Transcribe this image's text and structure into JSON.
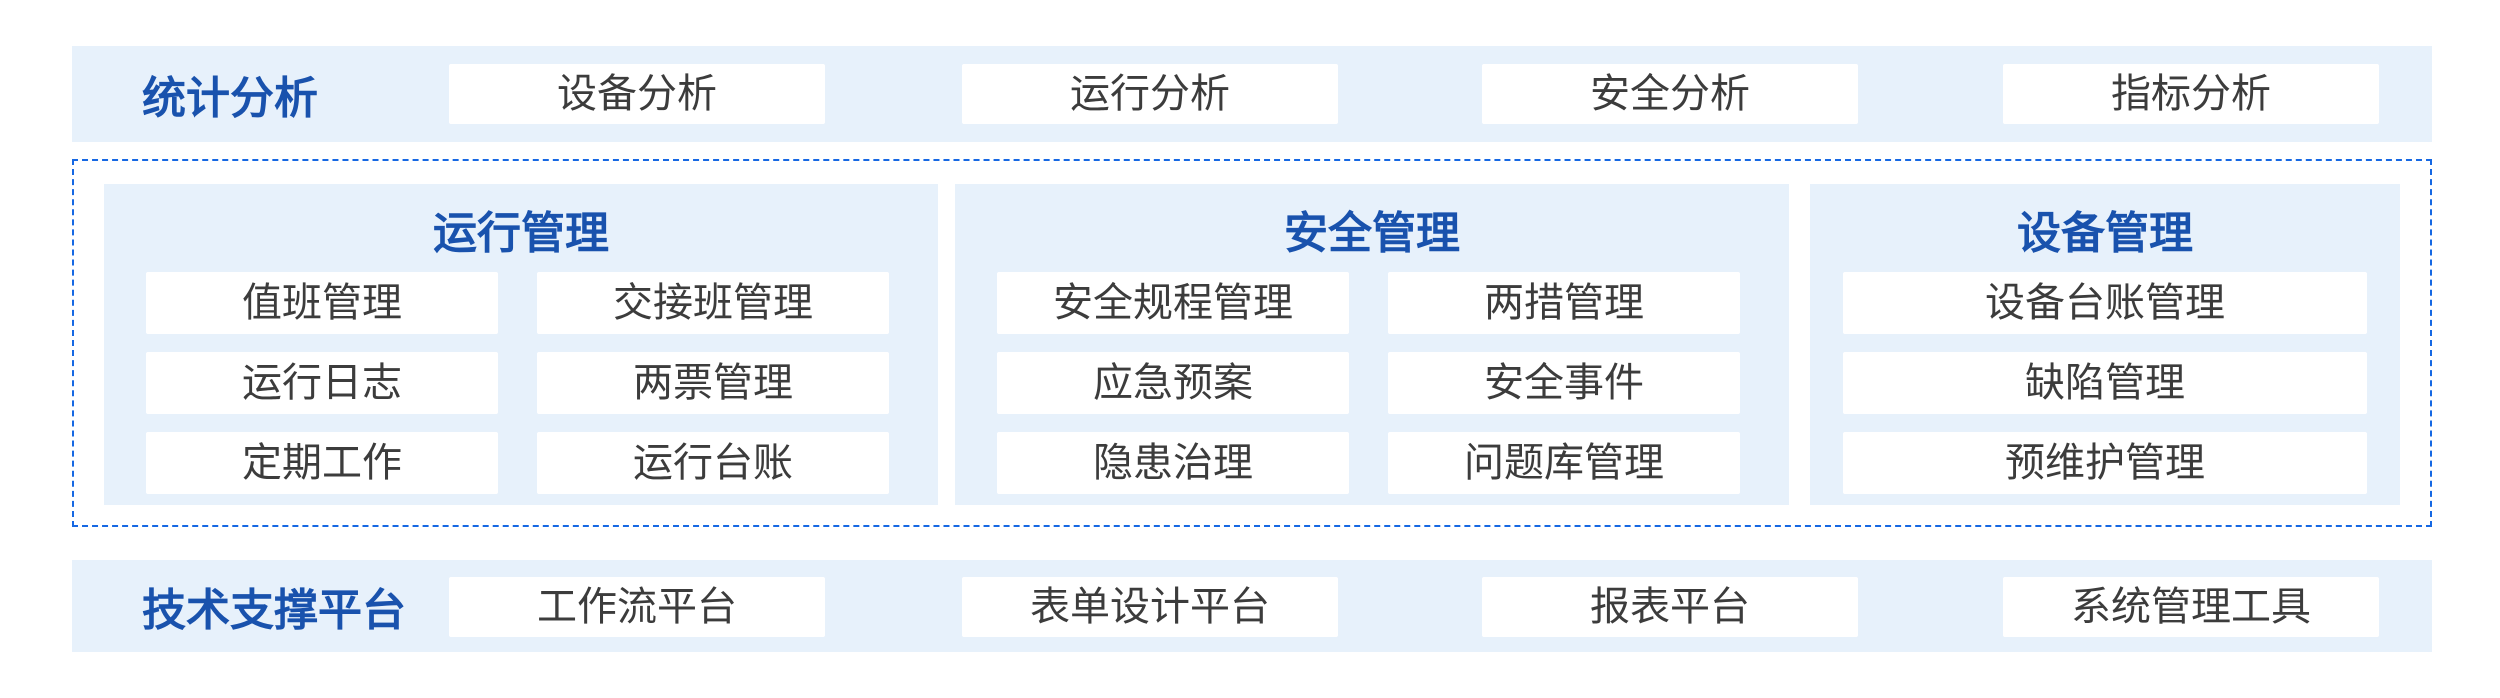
{
  "colors": {
    "band_background": "#e7f1fb",
    "accent_blue_title": "#1952ad",
    "dashed_border_blue": "#1668e3",
    "item_text": "#3c3c3c",
    "box_background": "#ffffff"
  },
  "top_band": {
    "title": "统计分析",
    "items": [
      "设备分析",
      "运行分析",
      "安全分析",
      "指标分析"
    ]
  },
  "middle": {
    "panels": [
      {
        "title": "运行管理",
        "columns": 2,
        "items": [
          "值班管理",
          "交接班管理",
          "运行日志",
          "两票管理",
          "定期工作",
          "运行台账"
        ]
      },
      {
        "title": "安全管理",
        "columns": 2,
        "items": [
          "安全规程管理",
          "两措管理",
          "应急预案",
          "安全事件",
          "隐患治理",
          "问题库管理"
        ]
      },
      {
        "title": "设备管理",
        "columns": 1,
        "items": [
          "设备台账管理",
          "缺陷管理",
          "预维护管理"
        ]
      }
    ]
  },
  "bottom_band": {
    "title": "技术支撑平台",
    "items": [
      "工作流平台",
      "表单设计平台",
      "报表平台",
      "系统管理工具"
    ]
  }
}
